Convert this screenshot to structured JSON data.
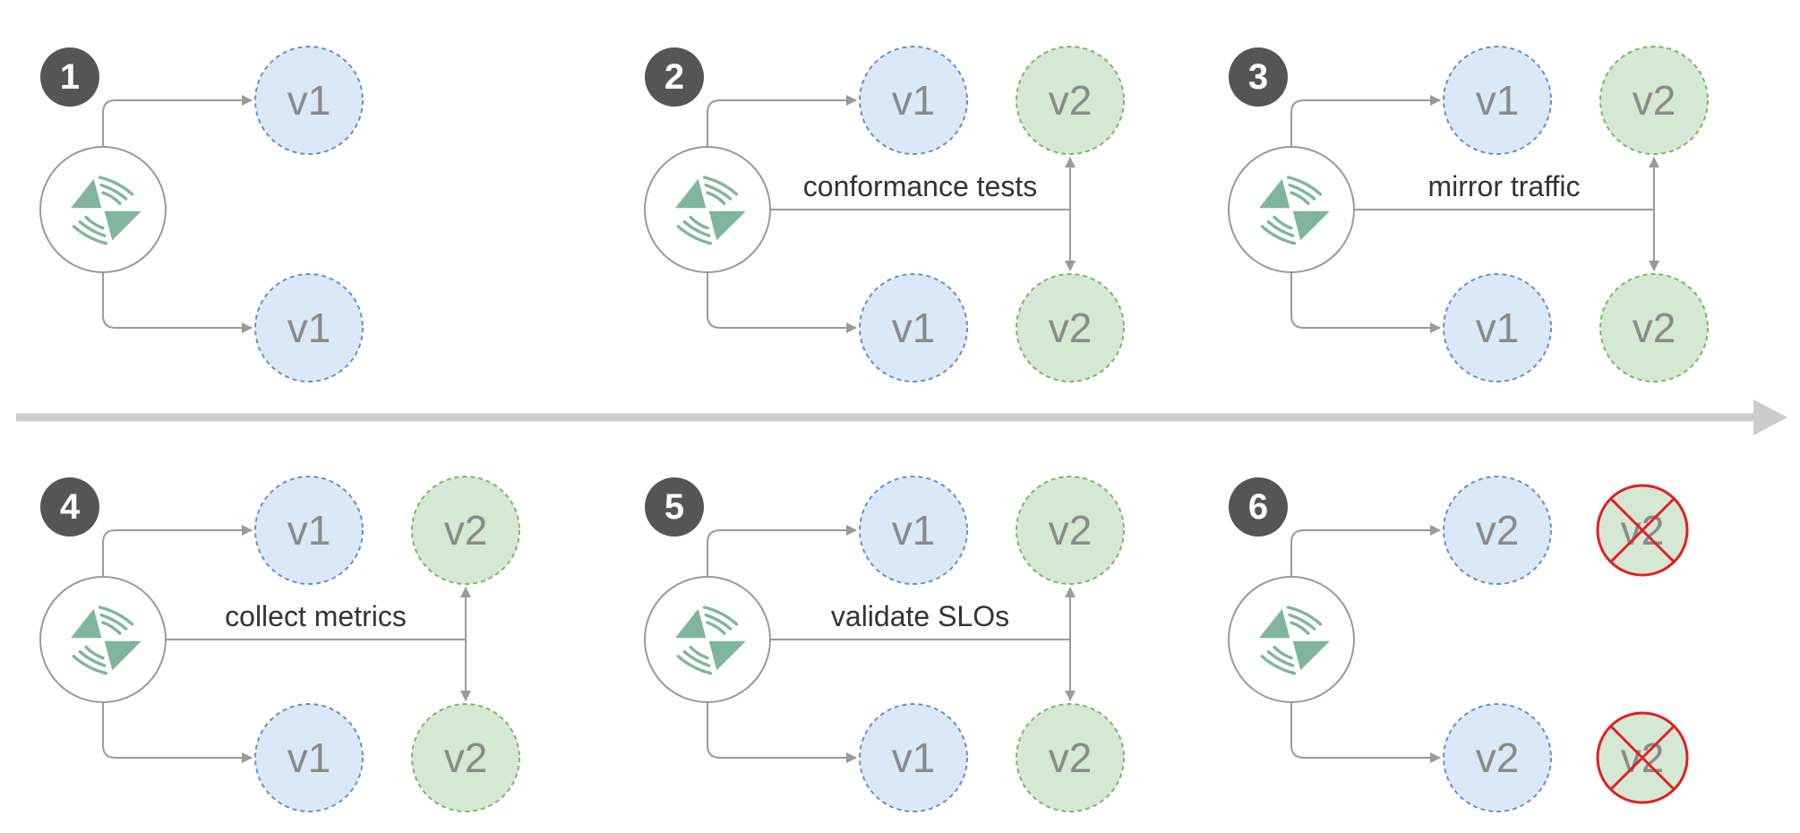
{
  "colors": {
    "v1_fill": "#dbe8f8",
    "v1_stroke": "#6b8fc4",
    "v2_fill": "#d5e8d4",
    "v2_stroke": "#82b366",
    "badge": "#555555",
    "logo": "#7fb59e",
    "connector": "#9a9a9a",
    "timeline": "#cccccc",
    "cross": "#e02020"
  },
  "panels": [
    {
      "step": "1",
      "label": "",
      "top": "v1",
      "bottom": "v1",
      "show_v2": false,
      "retired": false
    },
    {
      "step": "2",
      "label": "conformance tests",
      "top": "v1",
      "bottom": "v1",
      "show_v2": true,
      "v2_text": "v2",
      "retired": false
    },
    {
      "step": "3",
      "label": "mirror traffic",
      "top": "v1",
      "bottom": "v1",
      "show_v2": true,
      "v2_text": "v2",
      "retired": false
    },
    {
      "step": "4",
      "label": "collect metrics",
      "top": "v1",
      "bottom": "v1",
      "show_v2": true,
      "v2_text": "v2",
      "retired": false
    },
    {
      "step": "5",
      "label": "validate SLOs",
      "top": "v1",
      "bottom": "v1",
      "show_v2": true,
      "v2_text": "v2",
      "retired": false
    },
    {
      "step": "6",
      "label": "",
      "top": "v2",
      "bottom": "v2",
      "show_v2": true,
      "v2_text": "v2",
      "retired": true
    }
  ]
}
